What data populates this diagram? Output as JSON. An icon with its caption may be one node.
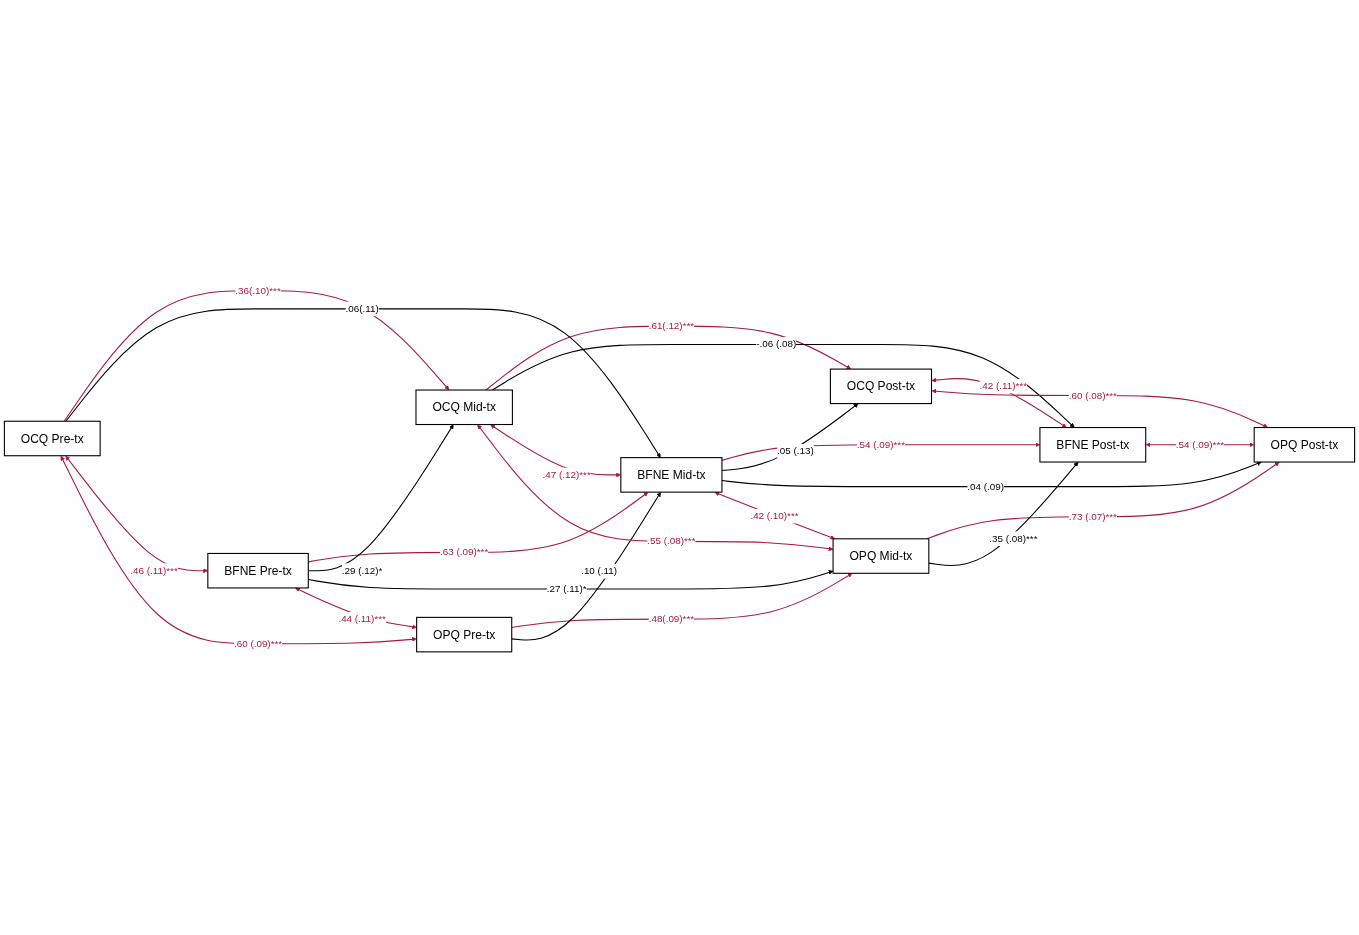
{
  "diagram": {
    "nodes": [
      {
        "text": [
          "OCQ Pre-tx"
        ]
      },
      {
        "text": [
          "OCQ Mid-tx"
        ]
      },
      {
        "text": [
          "OCQ Post-tx"
        ]
      },
      {
        "text": [
          "BFNE Pre-tx"
        ]
      },
      {
        "text": [
          "BFNE Mid-tx"
        ]
      },
      {
        "text": [
          "BFNE Post-tx"
        ]
      },
      {
        "text": [
          "OPQ Pre-tx"
        ]
      },
      {
        "text": [
          "OPQ Mid-tx"
        ]
      },
      {
        "text": [
          "OPQ Post-tx"
        ]
      }
    ],
    "edges": [
      {
        "from": 0,
        "to": 1,
        "arrow": "to",
        "label": ".36(.10)***"
      },
      {
        "from": 1,
        "to": 2,
        "arrow": "to",
        "label": ".61(.12)***"
      },
      {
        "from": 3,
        "to": 4,
        "arrow": "to",
        "label": ".63 (.09)***"
      },
      {
        "from": 4,
        "to": 5,
        "arrow": "to",
        "label": ".54 (.09)***"
      },
      {
        "from": 6,
        "to": 7,
        "arrow": "to",
        "label": ".48(.09)***"
      },
      {
        "from": 7,
        "to": 8,
        "arrow": "to",
        "label": ".73 (.07)***"
      },
      {
        "from": 0,
        "to": 4,
        "arrow": "to",
        "label": ".06(.11)",
        "color": "#000000"
      },
      {
        "from": 3,
        "to": 1,
        "arrow": "to",
        "label": ".29 (.12)*",
        "color": "#000000"
      },
      {
        "from": 3,
        "to": 7,
        "arrow": "to",
        "label": ".27 (.11)*",
        "color": "#000000"
      },
      {
        "from": 6,
        "to": 4,
        "arrow": "to",
        "label": ".10 (.11)",
        "color": "#000000"
      },
      {
        "from": 1,
        "to": 5,
        "arrow": "to",
        "label": "-.06 (.08)",
        "color": "#000000"
      },
      {
        "from": 4,
        "to": 2,
        "arrow": "to",
        "label": ".05 (.13)",
        "color": "#000000"
      },
      {
        "from": 4,
        "to": 8,
        "arrow": "to",
        "label": ".04 (.09)",
        "color": "#000000"
      },
      {
        "from": 7,
        "to": 5,
        "arrow": "to",
        "label": ".35 (.08)***",
        "color": "#000000"
      },
      {
        "from": 0,
        "to": 3,
        "arrow": "both",
        "label": ".46 (.11)***"
      },
      {
        "from": 0,
        "to": 6,
        "arrow": "both",
        "label": ".60 (.09)***"
      },
      {
        "from": 3,
        "to": 6,
        "arrow": "both",
        "label": ".44 (.11)***"
      },
      {
        "from": 1,
        "to": 4,
        "arrow": "both",
        "label": ".47 (.12)***"
      },
      {
        "from": 4,
        "to": 7,
        "arrow": "both",
        "label": ".42 (.10)***"
      },
      {
        "from": 1,
        "to": 7,
        "arrow": "both",
        "label": ".55 (.08)***"
      },
      {
        "from": 2,
        "to": 5,
        "arrow": "both",
        "label": ".42 (.11)***"
      },
      {
        "from": 2,
        "to": 8,
        "arrow": "both",
        "label": ".60 (.08)***"
      },
      {
        "from": 5,
        "to": 8,
        "arrow": "both",
        "label": ".54 (.09)***"
      }
    ]
  }
}
